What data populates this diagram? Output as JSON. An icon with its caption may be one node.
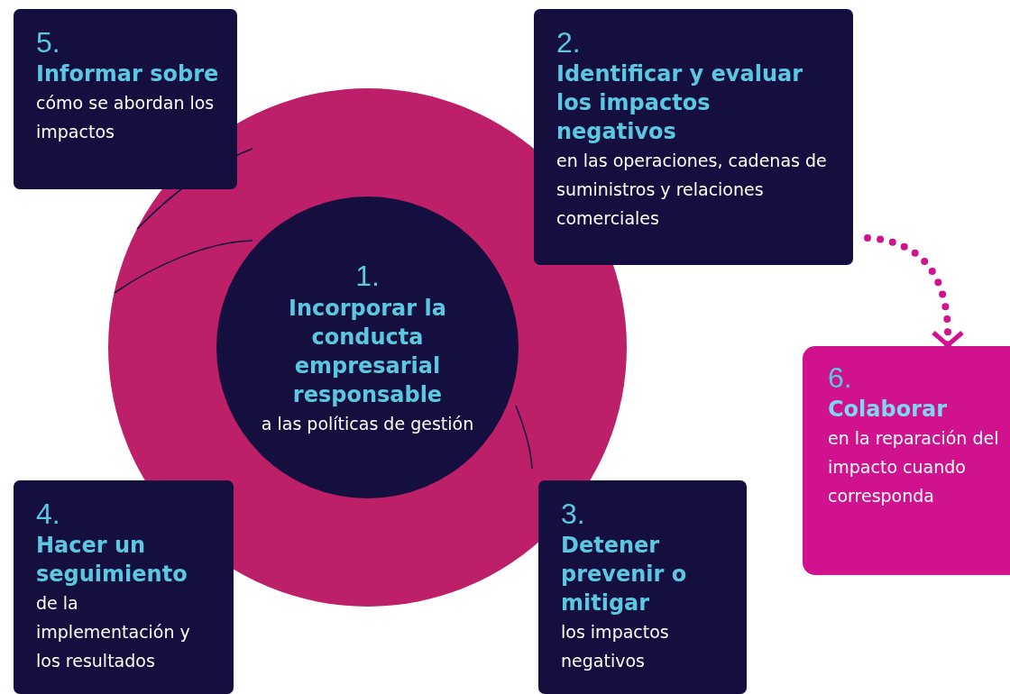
{
  "diagram": {
    "nodes": [
      {
        "text": [
          "5.",
          "Informar sobre",
          "cómo se abordan los impactos"
        ]
      },
      {
        "text": [
          "2.",
          "Identificar y evaluar los impactos negativos",
          "en las operaciones, cadenas de suministros y relaciones comerciales"
        ]
      },
      {
        "text": [],
        "shape": "circle"
      },
      {
        "text": [
          "1.",
          "Incorporar la conducta empresarial responsable",
          "a las políticas de gestión"
        ],
        "in": 2
      },
      {
        "text": [
          "6.",
          "Colaborar",
          "en la reparación del impacto cuando corresponda"
        ]
      },
      {
        "text": [
          "4.",
          "Hacer un seguimiento",
          "de la implementación y los resultados"
        ]
      },
      {
        "text": [
          "3.",
          "Detener prevenir o mitigar",
          "los impactos negativos"
        ]
      }
    ],
    "edges": [
      {
        "from": 1,
        "to": 4,
        "arrow": "to",
        "style": "dashed"
      }
    ]
  }
}
